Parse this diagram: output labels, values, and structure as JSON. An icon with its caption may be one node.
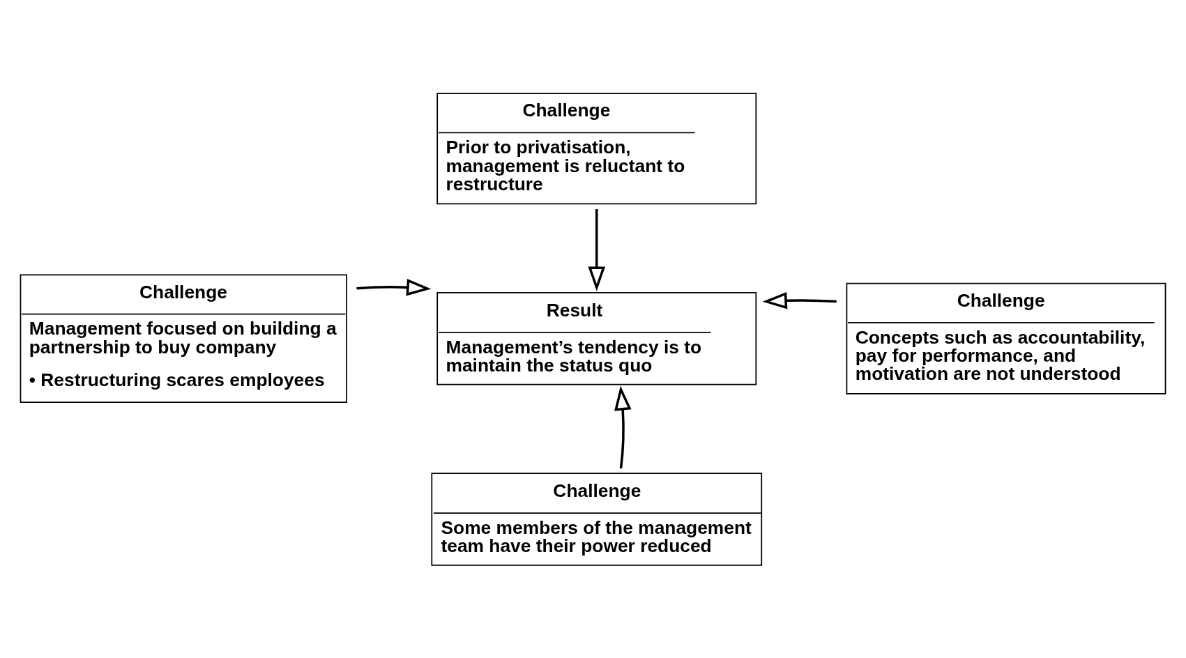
{
  "diagram": {
    "nodes": [
      {
        "text": [
          "Challenge",
          "Prior to privatisation, management is reluctant to restructure"
        ]
      },
      {
        "text": [
          "Challenge",
          "Management focused on building a partnership to buy company",
          "• Restructuring scares employees"
        ]
      },
      {
        "text": [
          "Result",
          "Management’s tendency is to maintain the status quo"
        ]
      },
      {
        "text": [
          "Challenge",
          "Concepts such as accountability, pay for performance, and motivation are not understood"
        ]
      },
      {
        "text": [
          "Challenge",
          "Some members of the management team have their power reduced"
        ]
      }
    ],
    "edges": [
      {
        "from": 0,
        "to": 2,
        "arrow": "to"
      },
      {
        "from": 1,
        "to": 2,
        "arrow": "to"
      },
      {
        "from": 3,
        "to": 2,
        "arrow": "to"
      },
      {
        "from": 4,
        "to": 2,
        "arrow": "to"
      }
    ]
  }
}
